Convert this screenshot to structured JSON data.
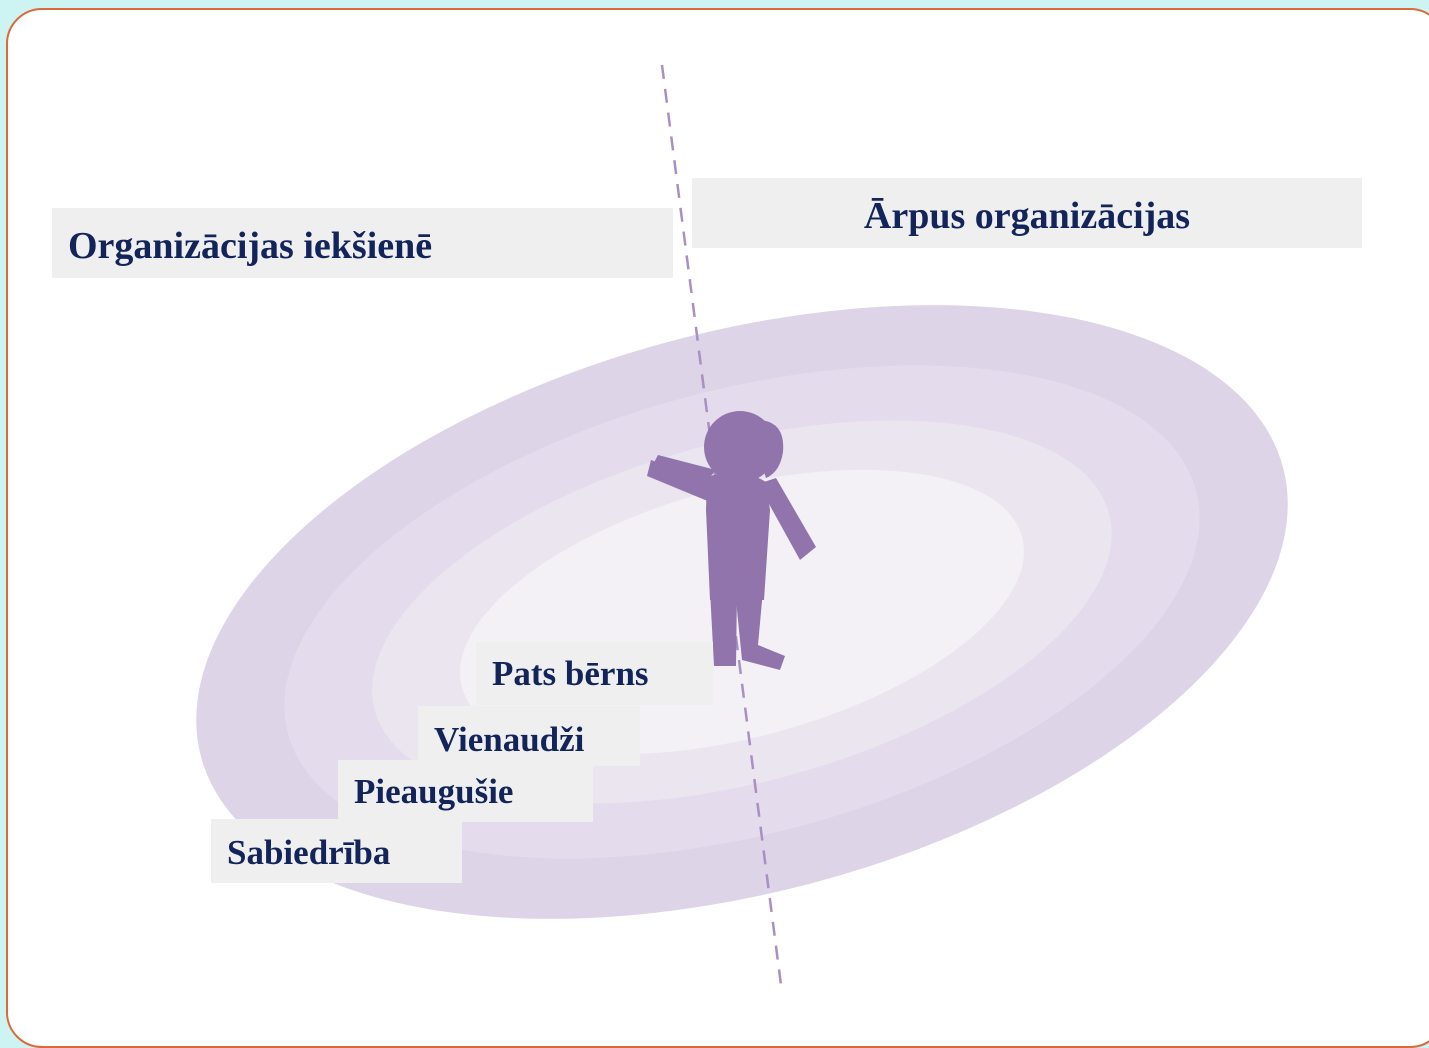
{
  "zones": {
    "inside": "Organizācijas iekšienē",
    "outside": "Ārpus organizācijas"
  },
  "rings": [
    {
      "label": "Pats bērns",
      "color": "#f3f0f6"
    },
    {
      "label": "Vienaudži",
      "color": "#ebe5f0"
    },
    {
      "label": "Pieaugušie",
      "color": "#e4dcec"
    },
    {
      "label": "Sabiedrība",
      "color": "#ddd4e7"
    }
  ],
  "colors": {
    "child_figure": "#9274ad",
    "divider": "#a98fc2",
    "label_text": "#13245a",
    "label_bg": "#efefef",
    "frame_border": "#d96a3a",
    "background": "#cdf3f3"
  },
  "icons": {
    "child": "child-figure-icon"
  }
}
